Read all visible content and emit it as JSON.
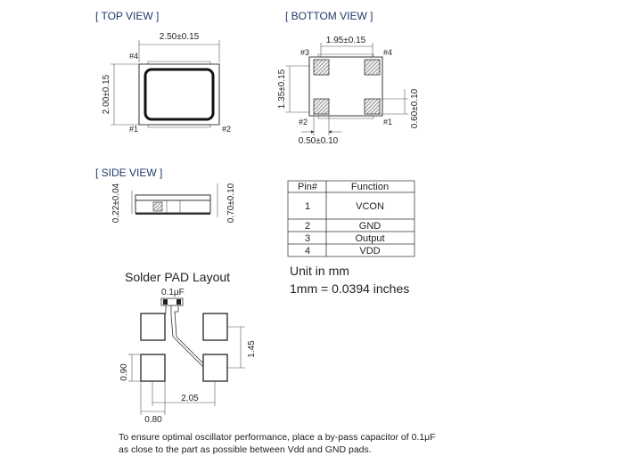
{
  "views": {
    "top_view": "[ TOP VIEW ]",
    "bottom_view": "[ BOTTOM  VIEW ]",
    "side_view": "[ SIDE VIEW ]",
    "solder_pad": "Solder PAD Layout"
  },
  "top": {
    "width": "2.50±0.15",
    "height": "2.00±0.15",
    "pin1": "#1",
    "pin2": "#2",
    "pin4": "#4"
  },
  "bottom": {
    "pitch_x": "1.95±0.15",
    "pitch_y": "1.35±0.15",
    "pad_h": "0.60±0.10",
    "pad_w": "0.50±0.10",
    "pin1": "#1",
    "pin2": "#2",
    "pin3": "#3",
    "pin4": "#4"
  },
  "side": {
    "height_left": "0.22±0.04",
    "height_right": "0.70±0.10"
  },
  "table": {
    "headers": [
      "Pin#",
      "Function"
    ],
    "rows": [
      [
        "1",
        "VCON"
      ],
      [
        "2",
        "GND"
      ],
      [
        "3",
        "Output"
      ],
      [
        "4",
        "VDD"
      ]
    ]
  },
  "units": {
    "line1": "Unit in mm",
    "line2": "1mm = 0.0394 inches"
  },
  "pad": {
    "cap": "0.1μF",
    "pad_h": "0.90",
    "pad_w": "0.80",
    "pitch_x": "2.05",
    "pitch_y": "1.45"
  },
  "note": {
    "line1": "To ensure optimal oscillator performance, place a by-pass capacitor of 0.1μF",
    "line2": "as close to the part as possible between Vdd and GND pads."
  }
}
